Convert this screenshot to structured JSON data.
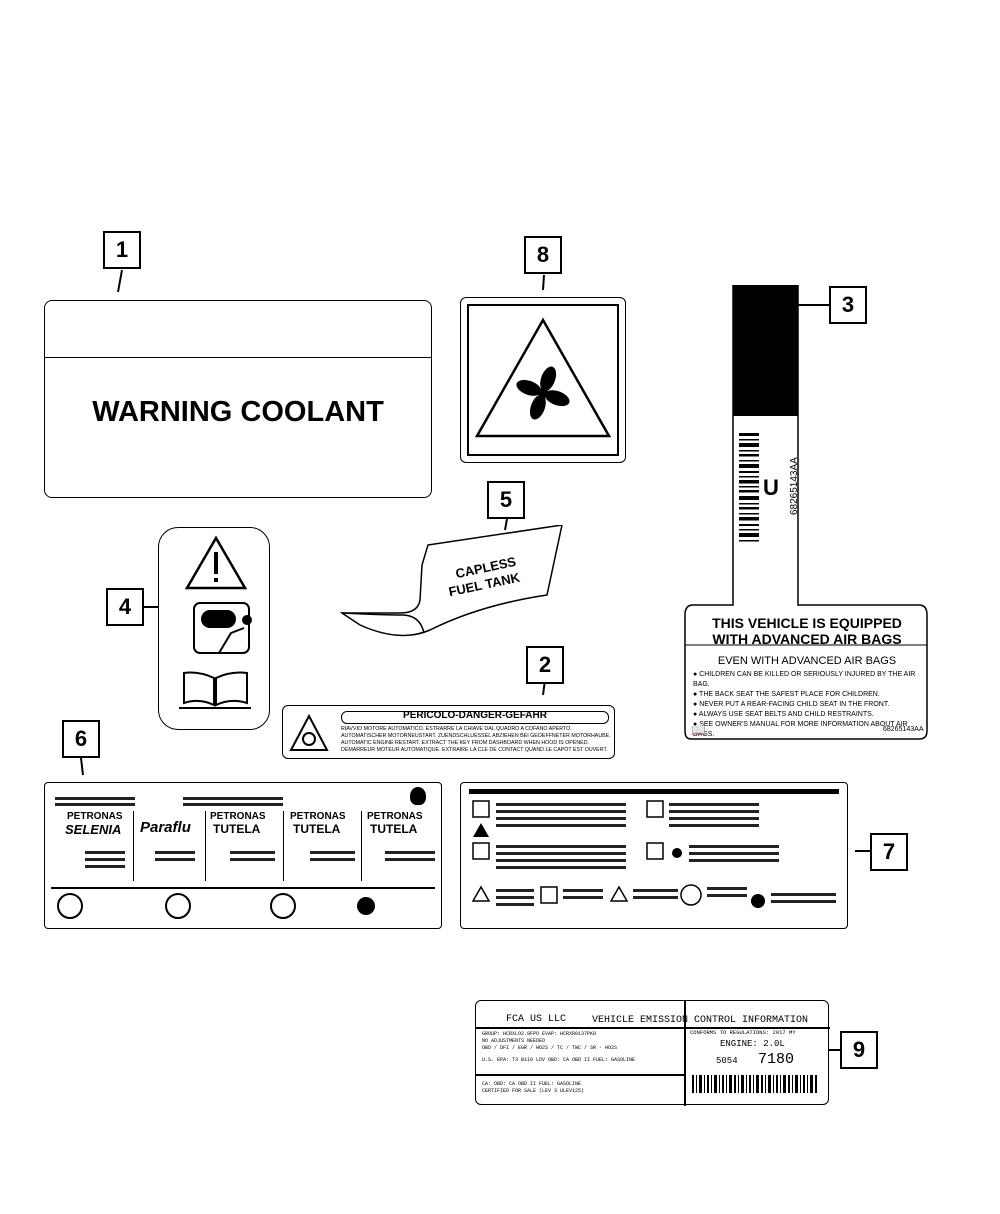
{
  "callouts": {
    "c1": "1",
    "c2": "2",
    "c3": "3",
    "c4": "4",
    "c5": "5",
    "c6": "6",
    "c7": "7",
    "c8": "8",
    "c9": "9"
  },
  "label1": {
    "text": "WARNING COOLANT"
  },
  "label5": {
    "line1": "CAPLESS",
    "line2": "FUEL TANK"
  },
  "label2": {
    "header": "PERICOLO-DANGER-GEFAHR",
    "lines": [
      "RIAVVIO MOTORE AUTOMATICO. ESTRARRE LA CHIAVE DAL QUADRO A COFANO APERTO.",
      "AUTOMATISCHER MOTORNEUSTART. ZUENDSCHLUESSEL ABZIEHEN BEI GEOEFFNETER MOTORHAUBE.",
      "AUTOMATIC ENGINE RESTART. EXTRACT THE KEY FROM DASHBOARD WHEN HOOD IS OPENED.",
      "DEMARREUR MOTEUR AUTOMATIQUE. EXTRAIRE LA CLE DE CONTACT QUAND LE CAPOT EST OUVERT."
    ]
  },
  "label3": {
    "letter": "U",
    "code": "68265143AA",
    "title1": "THIS VEHICLE IS EQUIPPED",
    "title2": "WITH ADVANCED AIR BAGS",
    "subtitle": "EVEN WITH ADVANCED AIR BAGS",
    "bullets": [
      "CHILDREN CAN BE KILLED OR SERIOUSLY INJURED BY THE AIR BAG.",
      "THE BACK SEAT THE SAFEST PLACE FOR CHILDREN.",
      "NEVER PUT A REAR-FACING CHILD SEAT IN THE FRONT.",
      "ALWAYS USE SEAT BELTS AND CHILD RESTRAINTS.",
      "SEE OWNER'S MANUAL FOR MORE INFORMATION ABOUT AIR BAGS."
    ],
    "footer_code": "68265143AA"
  },
  "label6": {
    "brands": [
      {
        "maker": "PETRONAS",
        "product": "SELENIA"
      },
      {
        "maker": "",
        "product": "Paraflu"
      },
      {
        "maker": "PETRONAS",
        "product": "TUTELA"
      },
      {
        "maker": "PETRONAS",
        "product": "TUTELA"
      },
      {
        "maker": "PETRONAS",
        "product": "TUTELA"
      }
    ]
  },
  "label9": {
    "maker": "FCA US LLC",
    "title": "VEHICLE EMISSION CONTROL INFORMATION",
    "conform": "CONFORMS TO REGULATIONS: 2017 MY",
    "engine": "ENGINE: 2.0L",
    "num_small": "5054",
    "num_big": "7180",
    "left_lines": [
      "GROUP: HCRXLO2.0FPO     EVAP: HCRXR0137PK0",
      "NO ADJUSTMENTS NEEDED",
      "OBD / DFI / EGR / HO2S / TC / TWC / SR - HO2S",
      "U.S. EPA: T3 B110 LDV    OBD: CA OBD II    FUEL: GASOLINE",
      "CA:      OBD: CA OBD II    FUEL: GASOLINE",
      "CERTIFIED FOR SALE (LEV 3 ULEV125)"
    ]
  }
}
